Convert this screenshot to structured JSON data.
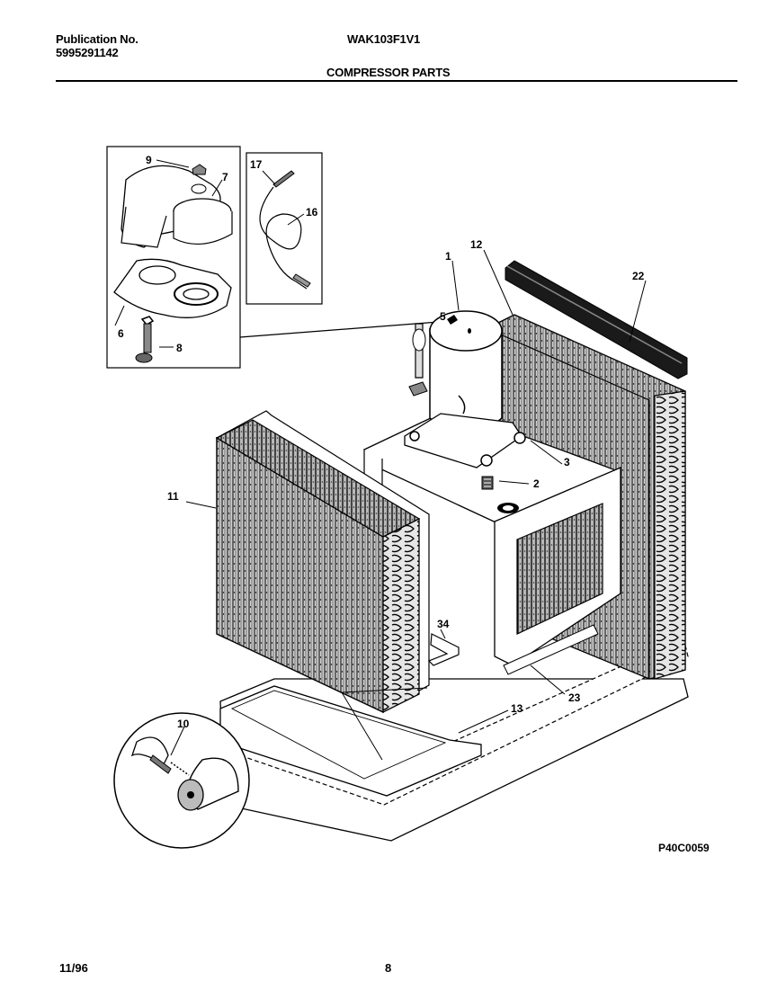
{
  "header": {
    "publication_label": "Publication No.",
    "publication_number": "5995291142",
    "model": "WAK103F1V1",
    "section_title": "COMPRESSOR PARTS"
  },
  "callouts": {
    "c1": "1",
    "c2": "2",
    "c3": "3",
    "c5": "5",
    "c6": "6",
    "c7": "7",
    "c8": "8",
    "c9": "9",
    "c10": "10",
    "c11": "11",
    "c12": "12",
    "c13": "13",
    "c16": "16",
    "c17": "17",
    "c22": "22",
    "c23": "23",
    "c34": "34"
  },
  "footer": {
    "drawing_code": "P40C0059",
    "date": "11/96",
    "page": "8"
  }
}
